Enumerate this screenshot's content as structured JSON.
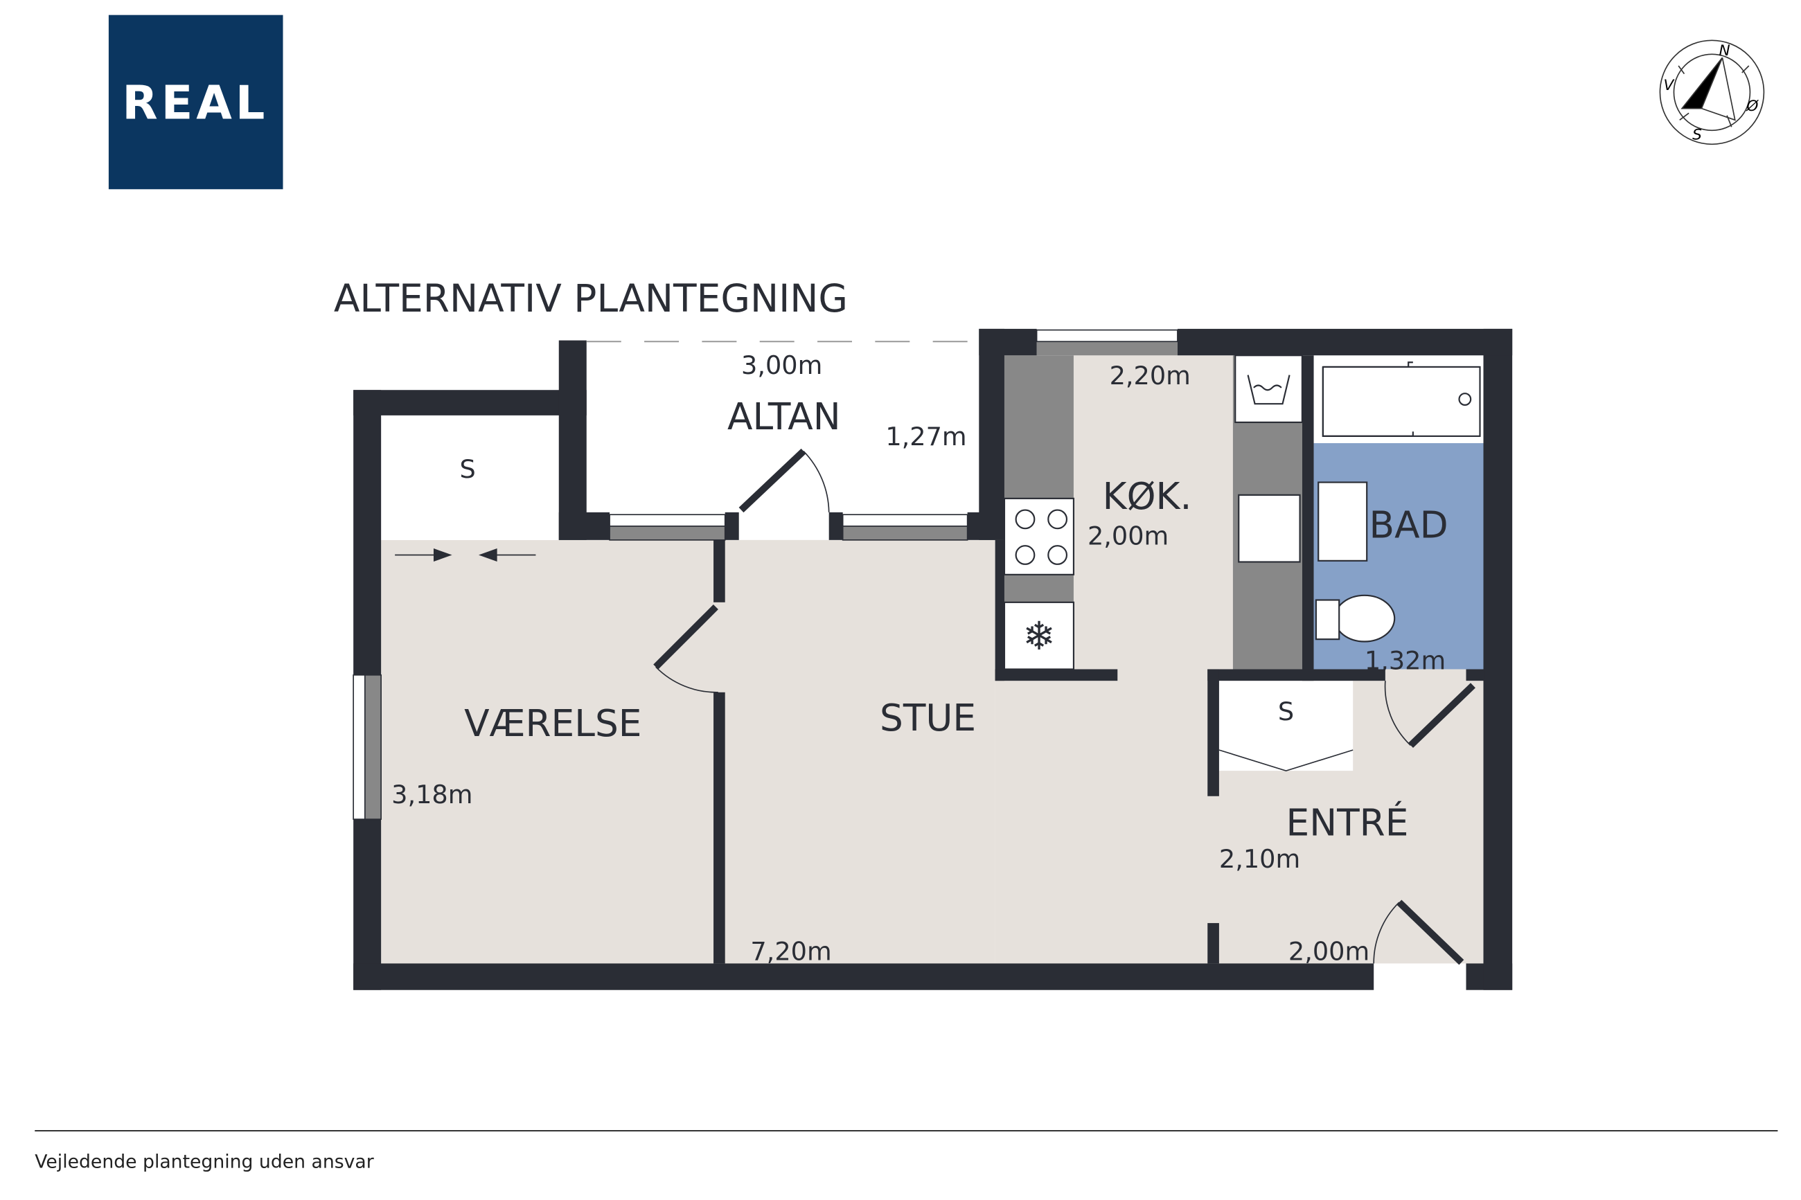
{
  "logo": {
    "text": "REAL",
    "color": "#0b3660"
  },
  "compass": {
    "n": "N",
    "s": "S",
    "e": "Ø",
    "w": "V"
  },
  "title": "ALTERNATIV PLANTEGNING",
  "rooms": {
    "altan": {
      "name": "ALTAN",
      "width": "3,00m",
      "depth": "1,27m"
    },
    "storage_left": {
      "name": "S"
    },
    "vaerelse": {
      "name": "VÆRELSE",
      "dim": "3,18m"
    },
    "stue": {
      "name": "STUE",
      "dim": "7,20m"
    },
    "kokken": {
      "name": "KØK.",
      "dim_top": "2,20m",
      "dim": "2,00m"
    },
    "bad": {
      "name": "BAD",
      "dim": "1,32m"
    },
    "storage_entre": {
      "name": "S"
    },
    "entre": {
      "name": "ENTRÉ",
      "dim1": "2,10m",
      "dim2": "2,00m"
    }
  },
  "colors": {
    "wall": "#2a2d35",
    "floor": "#e6e1dc",
    "bath": "#86a1c8",
    "counter": "#888888"
  },
  "footer": {
    "disclaimer": "Vejledende plantegning uden ansvar"
  }
}
